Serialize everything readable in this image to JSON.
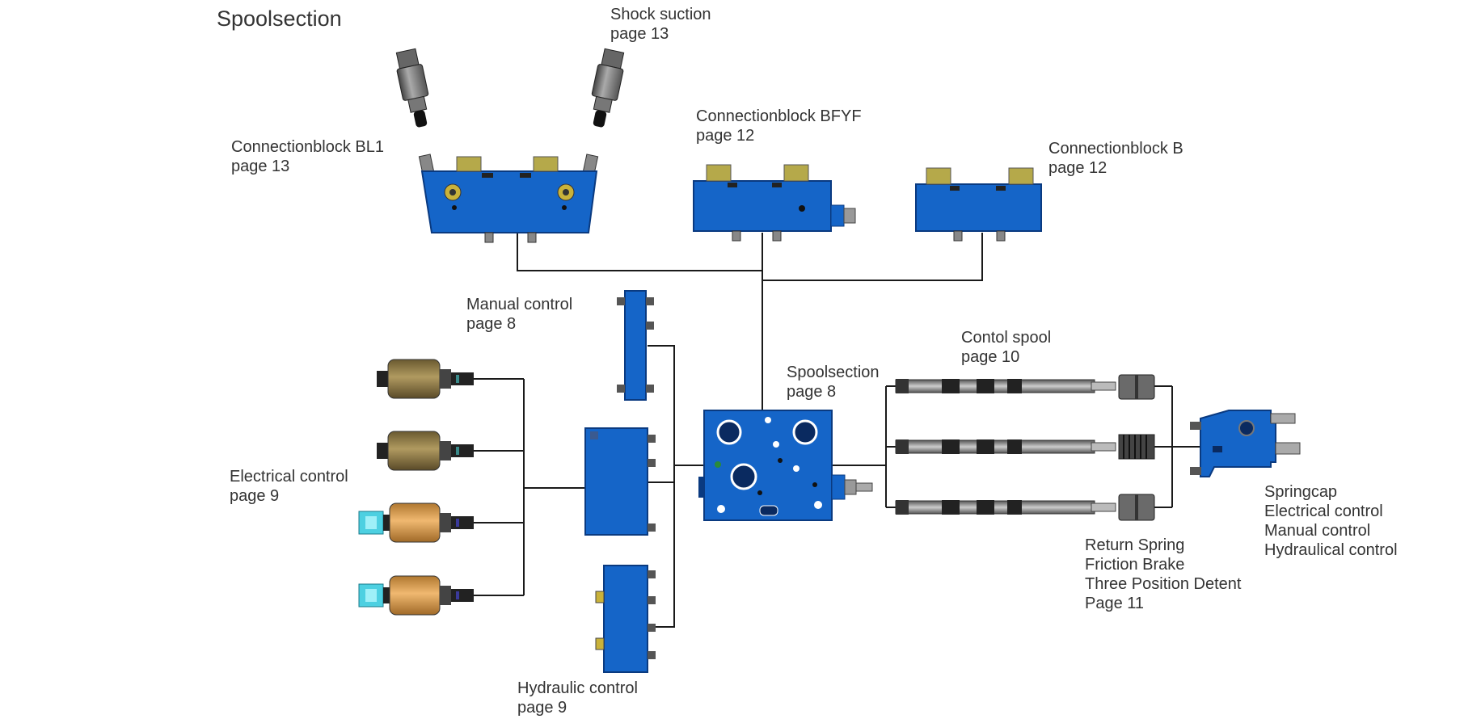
{
  "title": "Spoolsection",
  "labels": {
    "shock_suction": [
      "Shock suction",
      "page 13"
    ],
    "conn_bl1": [
      "Connectionblock BL1",
      "page 13"
    ],
    "conn_bfyf": [
      "Connectionblock BFYF",
      "page 12"
    ],
    "conn_b": [
      "Connectionblock B",
      "page 12"
    ],
    "manual_control": [
      "Manual control",
      "page 8"
    ],
    "control_spool": [
      "Contol spool",
      "page 10"
    ],
    "spoolsection": [
      "Spoolsection",
      "page 8"
    ],
    "electrical_control": [
      "Electrical control",
      "page 9"
    ],
    "hydraulic_control": [
      "Hydraulic control",
      "page 9"
    ],
    "return_spring": [
      "Return Spring",
      "Friction Brake",
      "Three Position Detent",
      "Page 11"
    ],
    "springcap": [
      "Springcap",
      "Electrical control",
      "Manual control",
      "Hydraulical control"
    ]
  },
  "colors": {
    "block_blue": "#1565c8",
    "line": "#1a1a1a",
    "brass": "#b5a94a",
    "bronze": "#8a7a4a",
    "orange": "#e0a050",
    "cyan": "#4dd0e1",
    "steel": "#8a8a8a"
  }
}
